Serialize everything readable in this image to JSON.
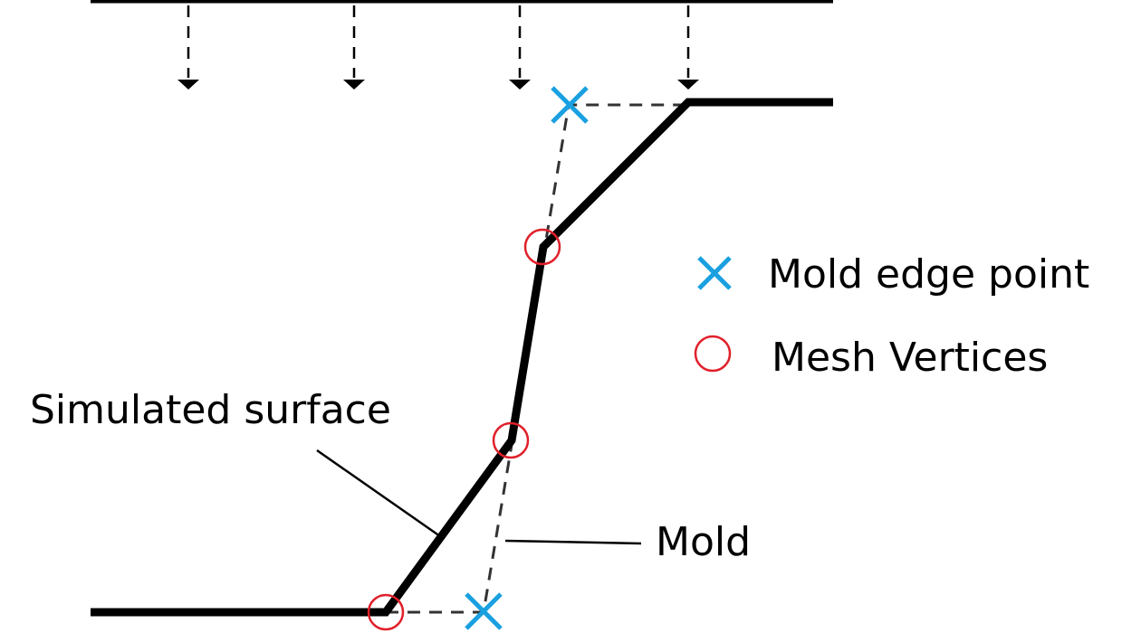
{
  "legend": {
    "mold_edge_point": {
      "label": "Mold edge point",
      "icon": "cross-icon",
      "color": "#1aa0e0"
    },
    "mesh_vertices": {
      "label": "Mesh Vertices",
      "icon": "circle-icon",
      "color": "#e0202a"
    }
  },
  "annotations": {
    "simulated_surface": "Simulated surface",
    "mold": "Mold"
  },
  "colors": {
    "line": "#000000",
    "mold_dash": "#333333",
    "cross": "#1aa0e0",
    "circle": "#e0202a"
  }
}
